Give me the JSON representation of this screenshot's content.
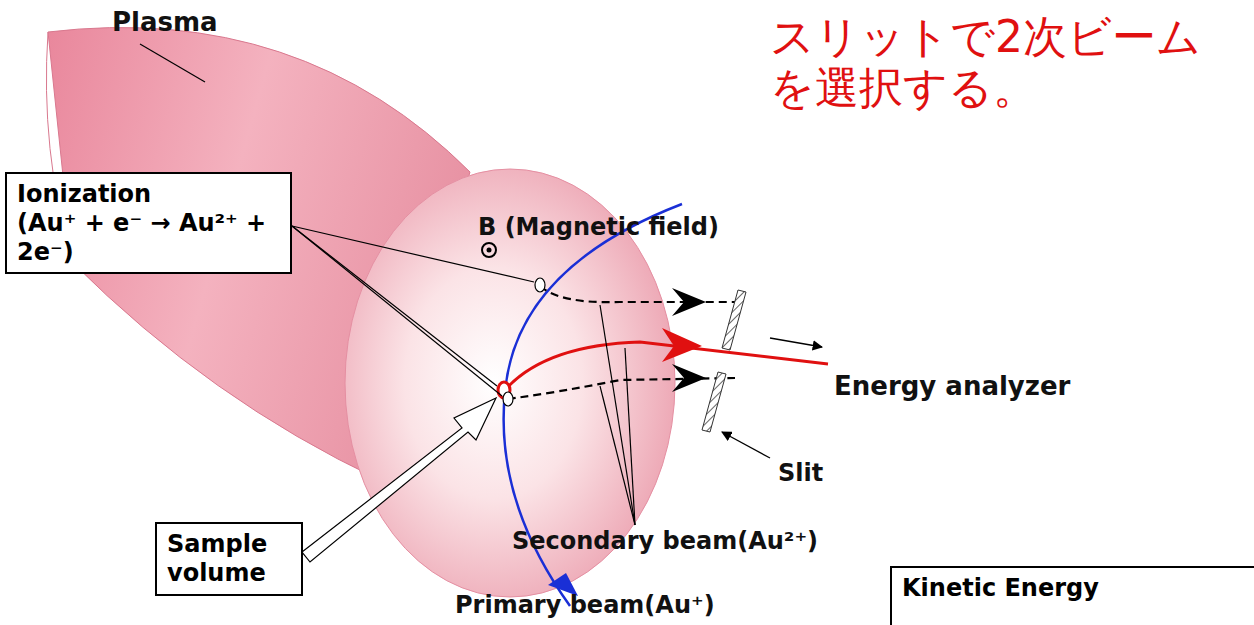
{
  "diagram": {
    "nodes": [
      {
        "text": [
          "Ionization",
          "(Au⁺ + e⁻ → Au²⁺ + 2e⁻)"
        ]
      },
      {
        "text": [
          "Sample volume"
        ]
      },
      {
        "text": [
          "Kinetic Energy"
        ]
      }
    ],
    "labels": [
      "Plasma",
      "B (Magnetic field)",
      "スリットで2次ビームを選択する。",
      "Energy analyzer",
      "Slit",
      "Secondary beam(Au²⁺)",
      "Primary beam(Au⁺)"
    ]
  }
}
